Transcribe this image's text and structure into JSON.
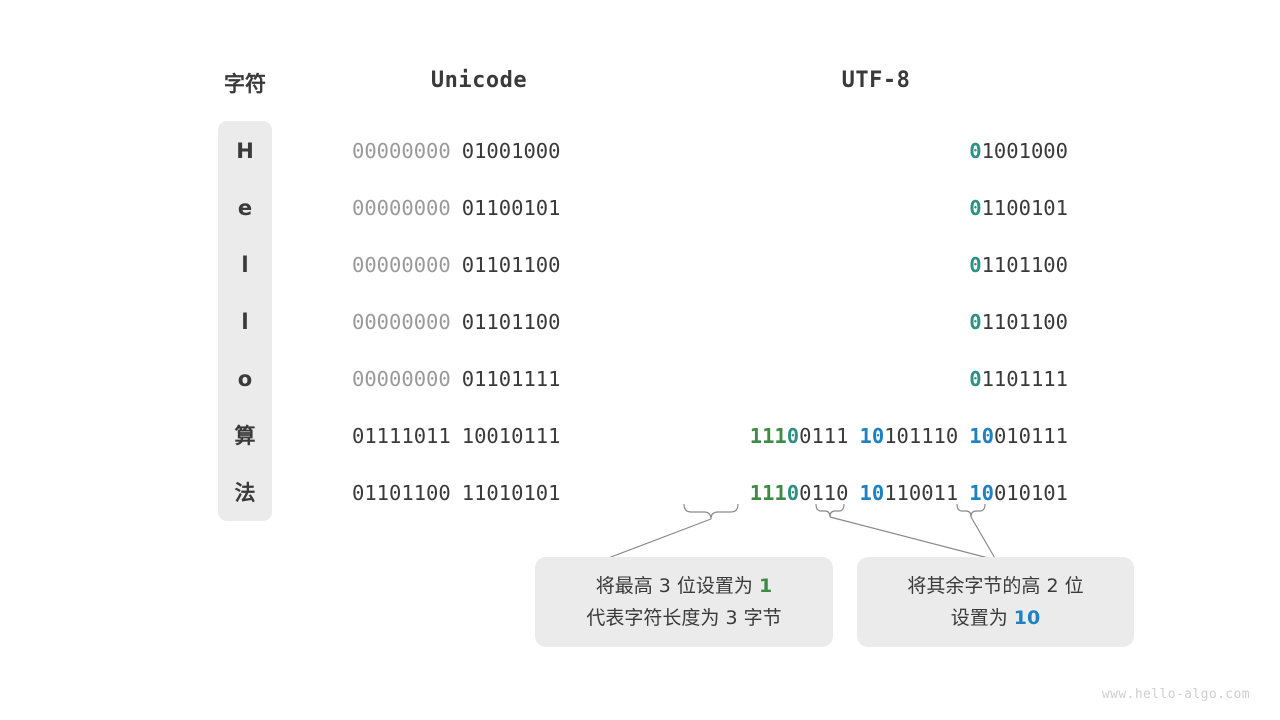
{
  "headers": {
    "character": "字符",
    "unicode": "Unicode",
    "utf8": "UTF-8"
  },
  "colors": {
    "background": "#ffffff",
    "cell_fill": "#ebebeb",
    "text_dark": "#3a3a3a",
    "text_muted": "#9a9a9a",
    "teal": "#2e9184",
    "green": "#3f8a46",
    "blue": "#1d81c6",
    "connector": "#888888",
    "watermark": "#cfcfcf"
  },
  "rows": [
    {
      "char": "H",
      "unicode": {
        "high": "00000000",
        "low": "01001000"
      },
      "utf8": [
        {
          "prefix": "0",
          "prefix_color": "teal",
          "rest": "1001000"
        }
      ]
    },
    {
      "char": "e",
      "unicode": {
        "high": "00000000",
        "low": "01100101"
      },
      "utf8": [
        {
          "prefix": "0",
          "prefix_color": "teal",
          "rest": "1100101"
        }
      ]
    },
    {
      "char": "l",
      "unicode": {
        "high": "00000000",
        "low": "01101100"
      },
      "utf8": [
        {
          "prefix": "0",
          "prefix_color": "teal",
          "rest": "1101100"
        }
      ]
    },
    {
      "char": "l",
      "unicode": {
        "high": "00000000",
        "low": "01101100"
      },
      "utf8": [
        {
          "prefix": "0",
          "prefix_color": "teal",
          "rest": "1101100"
        }
      ]
    },
    {
      "char": "o",
      "unicode": {
        "high": "00000000",
        "low": "01101111"
      },
      "utf8": [
        {
          "prefix": "0",
          "prefix_color": "teal",
          "rest": "1101111"
        }
      ]
    },
    {
      "char": "算",
      "unicode": {
        "high": "01111011",
        "low": "10010111"
      },
      "utf8": [
        {
          "prefix": "111",
          "prefix_color": "green",
          "prefix2": "0",
          "prefix2_color": "teal",
          "rest": "0111"
        },
        {
          "prefix": "10",
          "prefix_color": "blue",
          "rest": "101110"
        },
        {
          "prefix": "10",
          "prefix_color": "blue",
          "rest": "010111"
        }
      ]
    },
    {
      "char": "法",
      "unicode": {
        "high": "01101100",
        "low": "11010101"
      },
      "utf8": [
        {
          "prefix": "111",
          "prefix_color": "green",
          "prefix2": "0",
          "prefix2_color": "teal",
          "rest": "0110"
        },
        {
          "prefix": "10",
          "prefix_color": "blue",
          "rest": "110011"
        },
        {
          "prefix": "10",
          "prefix_color": "blue",
          "rest": "010101"
        }
      ]
    }
  ],
  "callouts": {
    "left": {
      "line1_a": "将最高 3 位设置为 ",
      "line1_hl": "1",
      "line2": "代表字符长度为 3 字节"
    },
    "right": {
      "line1": "将其余字节的高 2 位",
      "line2_a": "设置为 ",
      "line2_hl": "10"
    }
  },
  "watermark": "www.hello-algo.com"
}
